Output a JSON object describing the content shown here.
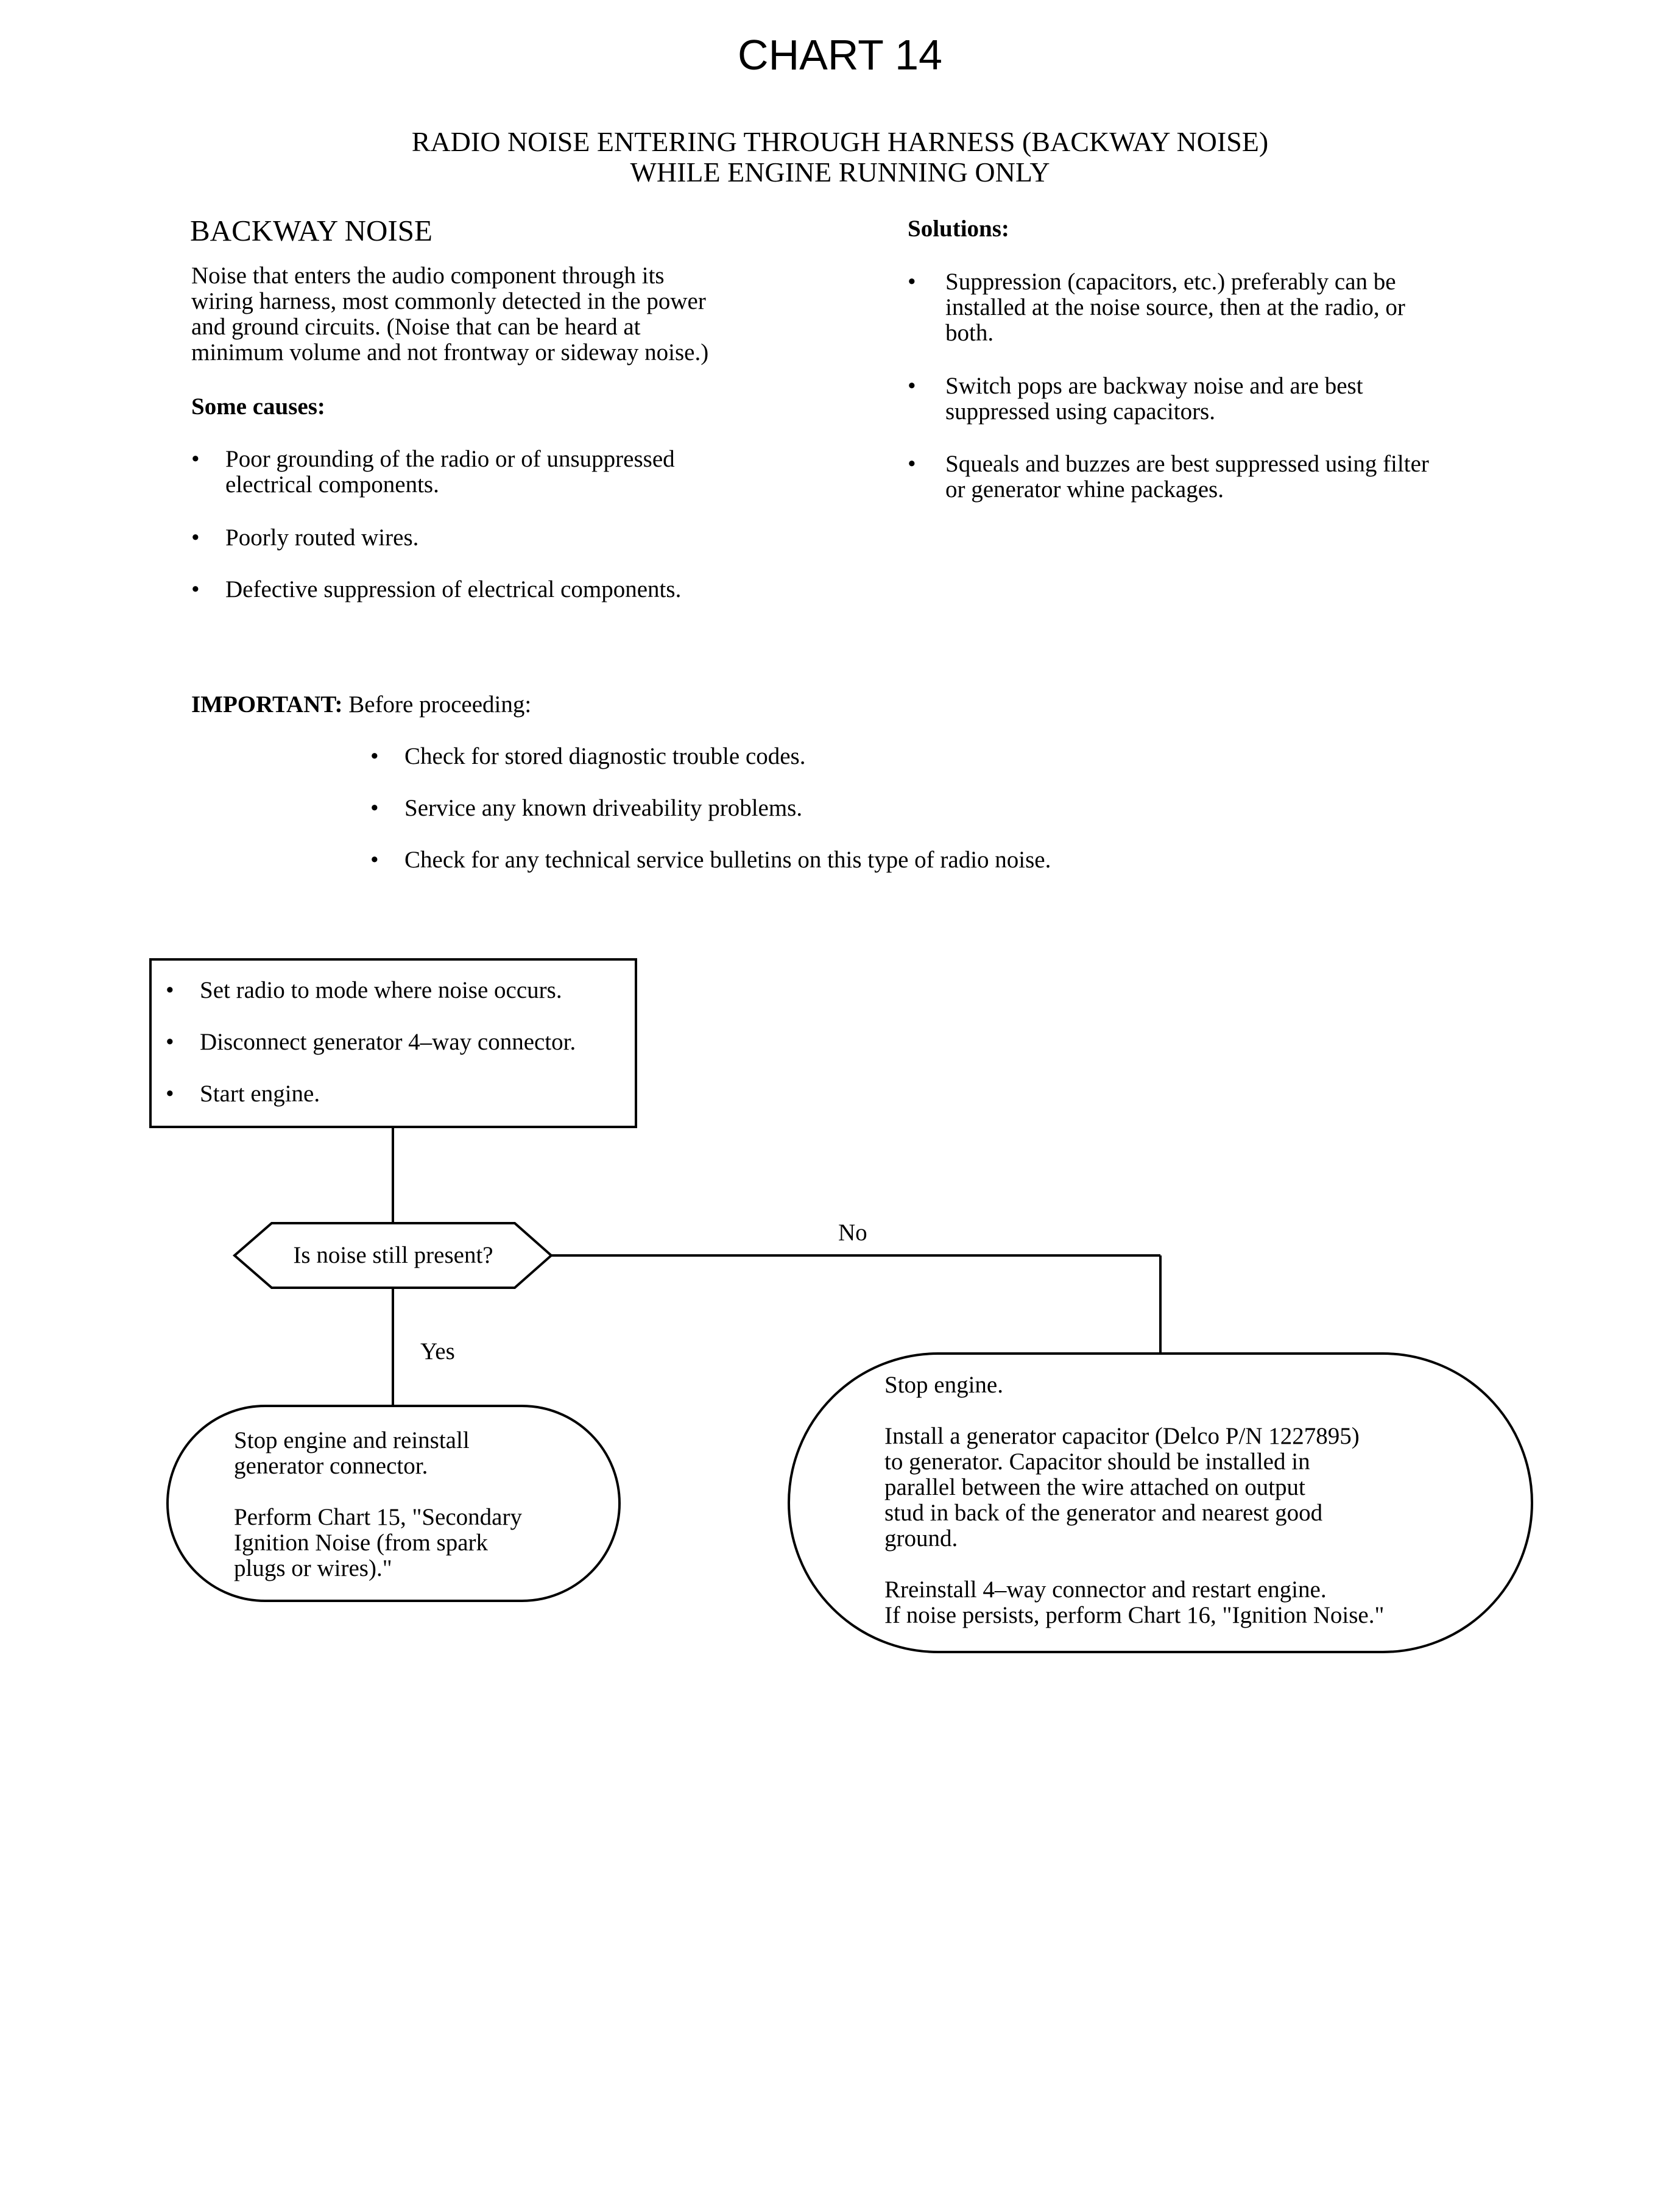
{
  "header": {
    "chart_title": "CHART 14",
    "subtitle_line1": "RADIO NOISE ENTERING THROUGH HARNESS (BACKWAY NOISE)",
    "subtitle_line2": "WHILE ENGINE RUNNING ONLY"
  },
  "backway": {
    "heading": "BACKWAY NOISE",
    "description": [
      "Noise that enters the audio component through its",
      "wiring harness, most commonly detected in the power",
      "and ground circuits. (Noise that can be heard at",
      "minimum volume and not frontway or sideway noise.)"
    ],
    "causes_heading": "Some causes:",
    "causes": [
      [
        "Poor grounding of the radio or of unsuppressed",
        "electrical components."
      ],
      [
        "Poorly routed wires."
      ],
      [
        "Defective suppression of electrical components."
      ]
    ]
  },
  "solutions": {
    "heading": "Solutions:",
    "items": [
      [
        "Suppression (capacitors, etc.) preferably can be",
        "installed at the noise source, then at the radio, or",
        "both."
      ],
      [
        "Switch pops are backway noise and are best",
        "suppressed using capacitors."
      ],
      [
        "Squeals and buzzes are best suppressed using filter",
        "or generator whine packages."
      ]
    ]
  },
  "important": {
    "label": "IMPORTANT:",
    "lead": "Before proceeding:",
    "items": [
      "Check for stored diagnostic trouble codes.",
      "Service any known driveability problems.",
      "Check for any technical service bulletins on this type of radio noise."
    ]
  },
  "flowchart": {
    "start_box": [
      "Set radio to mode where noise occurs.",
      "Disconnect generator 4–way connector.",
      "Start engine."
    ],
    "decision": "Is noise still present?",
    "no_label": "No",
    "yes_label": "Yes",
    "yes_result": [
      "Stop engine and reinstall",
      "generator connector.",
      "",
      "Perform Chart 15, \"Secondary",
      "Ignition Noise (from spark",
      "plugs or wires).\""
    ],
    "no_result": [
      "Stop engine.",
      "",
      "Install a generator capacitor (Delco P/N 1227895)",
      "to generator. Capacitor should be installed in",
      "parallel between the wire attached on output",
      "stud in back of the generator and nearest good",
      "ground.",
      "",
      "Rreinstall 4–way connector and restart engine.",
      "If noise persists, perform Chart 16, \"Ignition Noise.\""
    ]
  }
}
